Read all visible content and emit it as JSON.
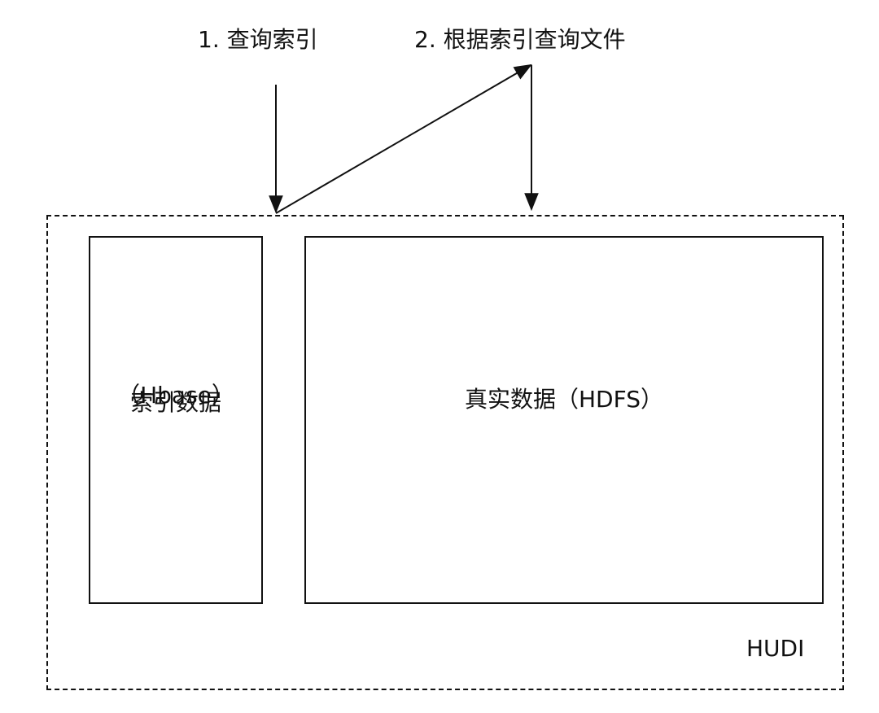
{
  "steps": {
    "query_index": "1. 查询索引",
    "query_file_by_index": "2. 根据索引查询文件"
  },
  "boundary": {
    "label": "HUDI"
  },
  "index_store": {
    "title": "索引数据",
    "subtitle": "（Hbase）"
  },
  "data_store": {
    "title": "真实数据（HDFS）"
  },
  "colors": {
    "stroke": "#111111",
    "background": "#ffffff"
  }
}
